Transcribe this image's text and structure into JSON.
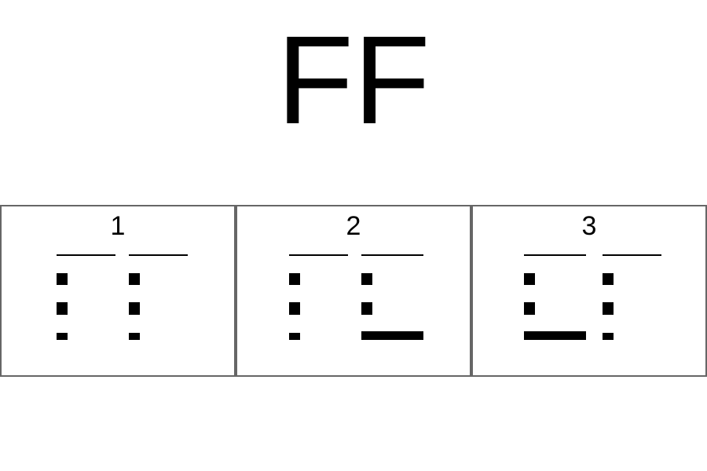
{
  "title": "FF",
  "options": [
    {
      "number": "1",
      "pattern": "no-bottom-line",
      "bottom_lines": []
    },
    {
      "number": "2",
      "pattern": "bottom-line-under-right-group",
      "bottom_lines": [
        "right"
      ]
    },
    {
      "number": "3",
      "pattern": "bottom-line-under-left-group",
      "bottom_lines": [
        "left"
      ]
    }
  ],
  "colors": {
    "ink": "#000000",
    "border": "#666666",
    "background": "#ffffff"
  }
}
